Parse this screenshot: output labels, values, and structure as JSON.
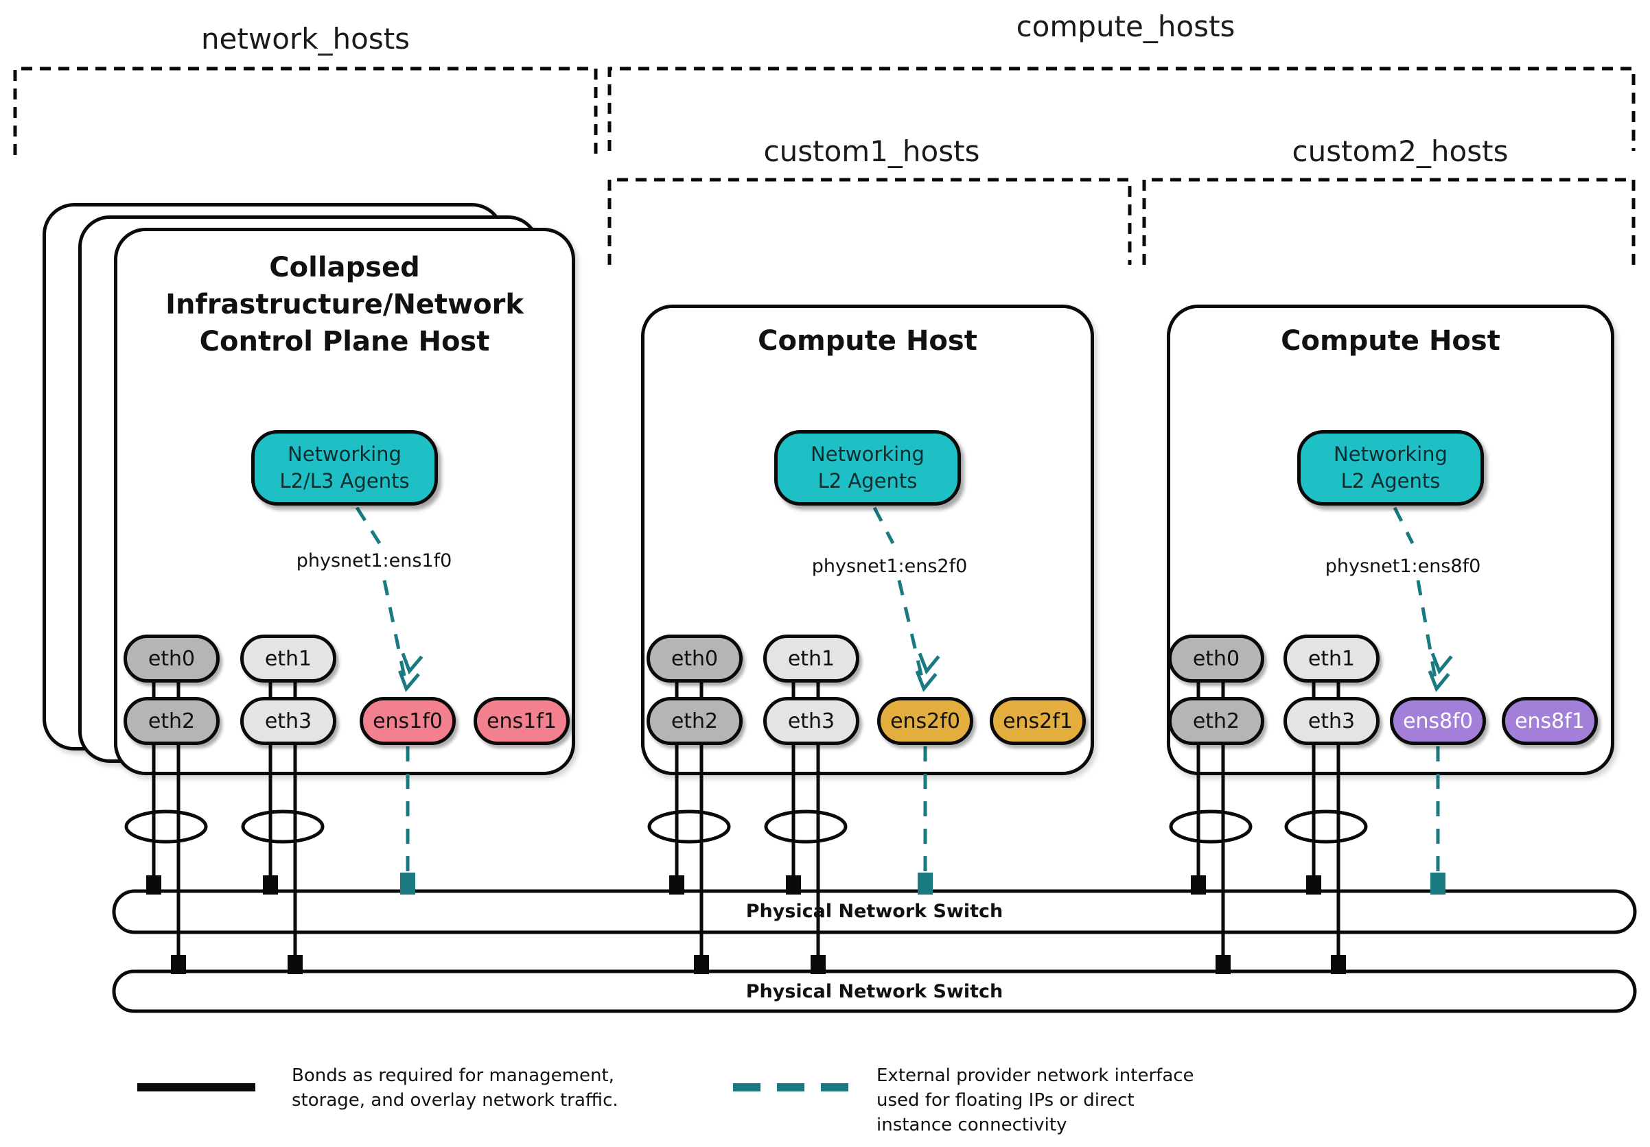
{
  "groups": [
    {
      "id": "network_hosts",
      "label": "network_hosts"
    },
    {
      "id": "compute_hosts",
      "label": "compute_hosts"
    },
    {
      "id": "custom1_hosts",
      "label": "custom1_hosts"
    },
    {
      "id": "custom2_hosts",
      "label": "custom2_hosts"
    }
  ],
  "hosts": [
    {
      "title_lines": [
        "Collapsed",
        "Infrastructure/Network",
        "Control Plane Host"
      ],
      "agent_lines": [
        "Networking",
        "L2/L3 Agents"
      ],
      "physnet": "physnet1:ens1f0",
      "nics": [
        {
          "label": "eth0"
        },
        {
          "label": "eth1"
        },
        {
          "label": "eth2"
        },
        {
          "label": "eth3"
        },
        {
          "label": "ens1f0"
        },
        {
          "label": "ens1f1"
        }
      ]
    },
    {
      "title_lines": [
        "Compute Host"
      ],
      "agent_lines": [
        "Networking",
        "L2 Agents"
      ],
      "physnet": "physnet1:ens2f0",
      "nics": [
        {
          "label": "eth0"
        },
        {
          "label": "eth1"
        },
        {
          "label": "eth2"
        },
        {
          "label": "eth3"
        },
        {
          "label": "ens2f0"
        },
        {
          "label": "ens2f1"
        }
      ]
    },
    {
      "title_lines": [
        "Compute Host"
      ],
      "agent_lines": [
        "Networking",
        "L2 Agents"
      ],
      "physnet": "physnet1:ens8f0",
      "nics": [
        {
          "label": "eth0"
        },
        {
          "label": "eth1"
        },
        {
          "label": "eth2"
        },
        {
          "label": "eth3"
        },
        {
          "label": "ens8f0"
        },
        {
          "label": "ens8f1"
        }
      ]
    }
  ],
  "switches": [
    {
      "label": "Physical Network Switch"
    },
    {
      "label": "Physical Network Switch"
    }
  ],
  "legend": {
    "bond_lines": [
      "Bonds as required for management,",
      "storage, and overlay network traffic."
    ],
    "provider_lines": [
      "External provider network interface",
      "used for floating IPs or direct",
      "instance connectivity"
    ]
  },
  "colors": {
    "agent_badge_teal": "#1ec0c6",
    "provider_dash_teal": "#1a7a81",
    "nic_gray_dark": "#b5b5b5",
    "nic_gray_light": "#e4e4e4",
    "nic_pink": "#f2808e",
    "nic_gold": "#e3ae3d",
    "nic_purple": "#a27fd9",
    "line_black": "#0a0a0a"
  }
}
